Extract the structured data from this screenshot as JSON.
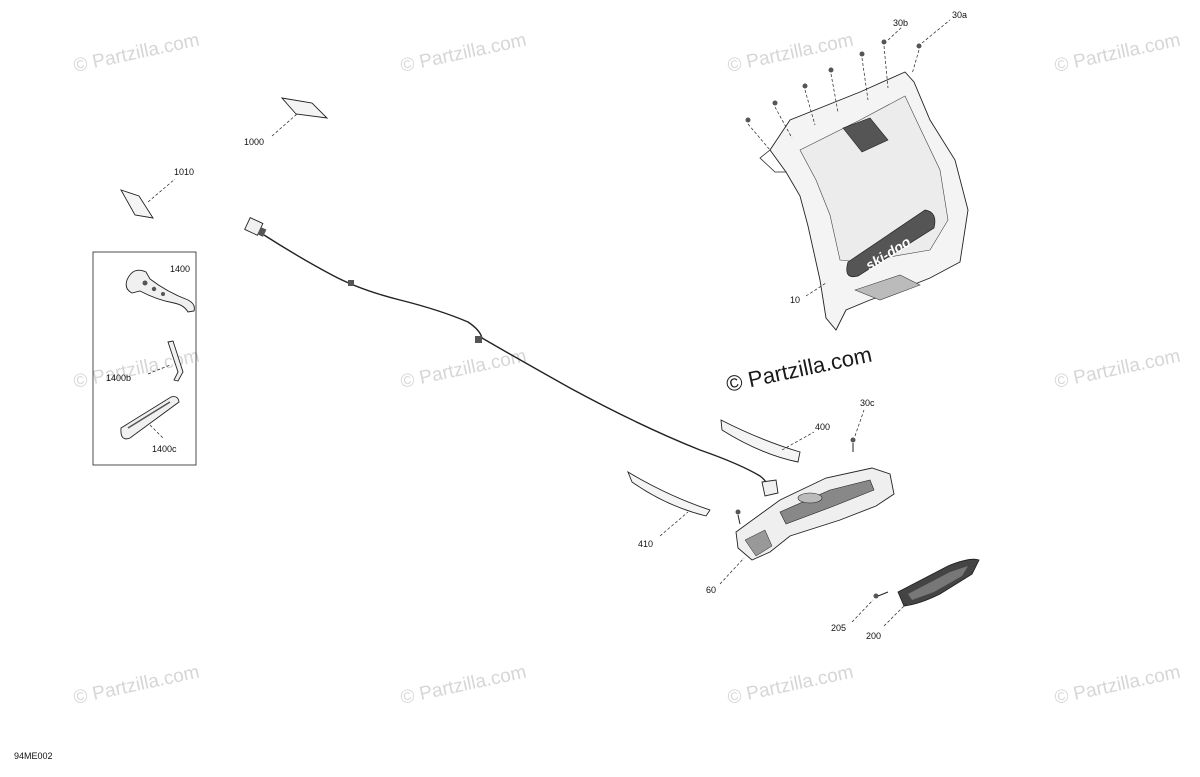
{
  "watermark": {
    "tile_text": "© Partzilla.com",
    "main_text": "© Partzilla.com"
  },
  "diagram_code": "94ME002",
  "callouts": {
    "p1000": "1000",
    "p1010": "1010",
    "p1400": "1400",
    "p1400b": "1400b",
    "p1400c": "1400c",
    "p10": "10",
    "p30a": "30a",
    "p30b": "30b",
    "p30c": "30c",
    "p400": "400",
    "p410": "410",
    "p60": "60",
    "p205": "205",
    "p200": "200"
  },
  "brand_logo": "ski-doo",
  "colors": {
    "line": "#222222",
    "watermark": "#d6d6d6",
    "part_fill": "#f4f4f4",
    "dark_fill": "#555555"
  }
}
